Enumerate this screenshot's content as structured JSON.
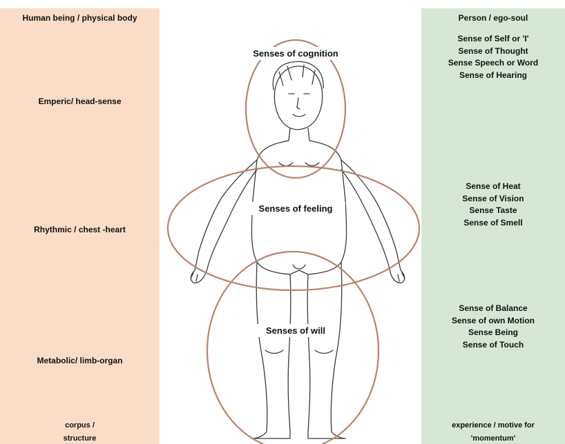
{
  "left_column": {
    "header": "Human being / physical body",
    "head": "Emperic/ head-sense",
    "chest": "Rhythmic / chest -heart",
    "limbs": "Metabolic/ limb-organ",
    "footer_line1": "corpus /",
    "footer_line2": "structure"
  },
  "right_column": {
    "header": "Person / ego-soul",
    "cognition_senses": [
      "Sense of Self or 'I'",
      "Sense of Thought",
      "Sense Speech or Word",
      "Sense of Hearing"
    ],
    "feeling_senses": [
      "Sense of  Heat",
      "Sense of Vision",
      "Sense Taste",
      "Sense of Smell"
    ],
    "will_senses": [
      "Sense of  Balance",
      "Sense of own Motion",
      "Sense Being",
      "Sense of Touch"
    ],
    "footer_line1": "experience / motive for",
    "footer_line2": "'momentum'"
  },
  "center": {
    "cognition": "Senses of cognition",
    "feeling": "Senses of feeling",
    "will": "Senses of will"
  },
  "colors": {
    "left_panel": "#fbddc7",
    "right_panel": "#d6e8d5",
    "ellipse": "#b9826a",
    "figure_line": "#3a3a3a"
  }
}
